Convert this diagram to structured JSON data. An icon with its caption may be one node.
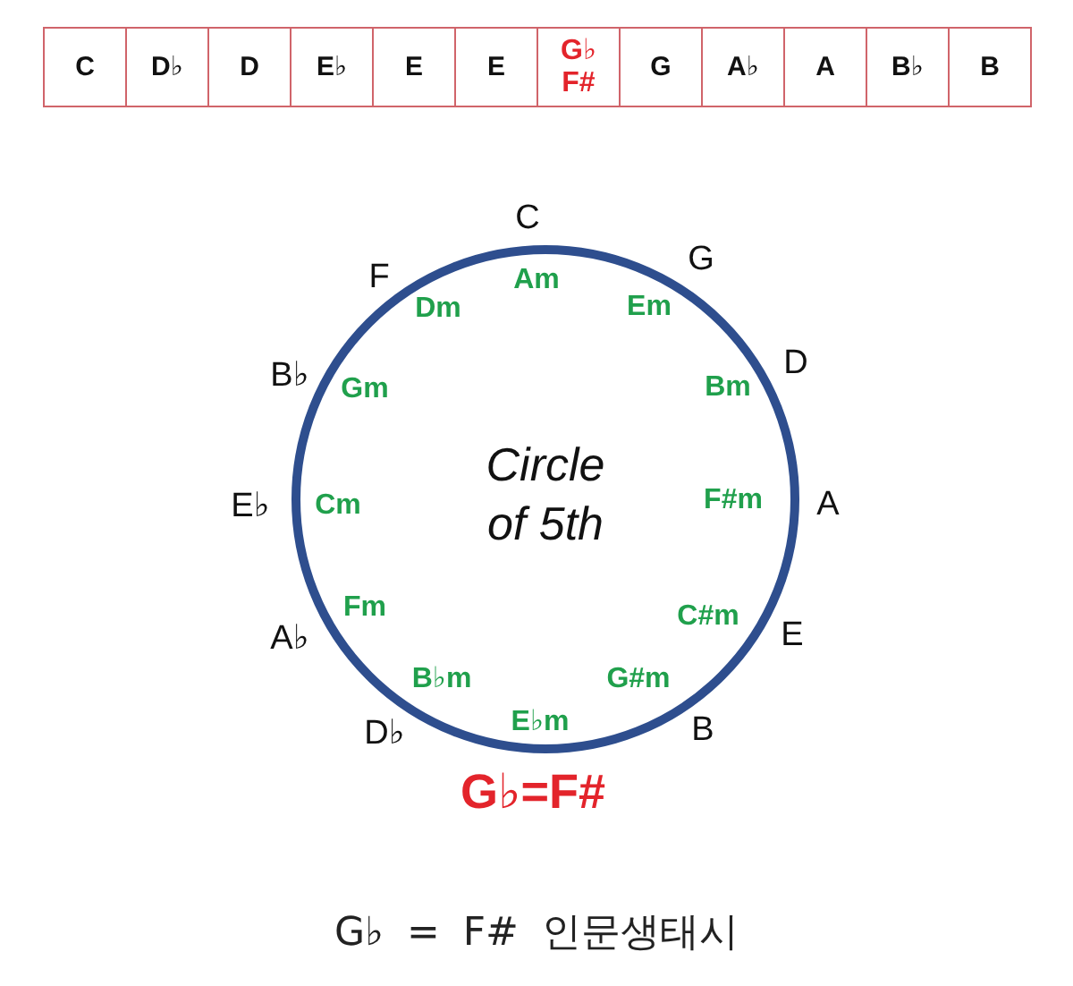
{
  "diagram": {
    "caption": "G♭ = F# 인문생태시",
    "nodes": [
      {
        "text": [
          "C"
        ]
      },
      {
        "text": [
          "D♭"
        ]
      },
      {
        "text": [
          "D"
        ]
      },
      {
        "text": [
          "E♭"
        ]
      },
      {
        "text": [
          "E"
        ]
      },
      {
        "text": [
          "E"
        ]
      },
      {
        "text": [
          "G♭",
          "F#"
        ]
      },
      {
        "text": [
          "G"
        ]
      },
      {
        "text": [
          "A♭"
        ]
      },
      {
        "text": [
          "A"
        ]
      },
      {
        "text": [
          "B♭"
        ]
      },
      {
        "text": [
          "B"
        ]
      },
      {
        "text": [
          "Circle of 5th"
        ]
      }
    ],
    "labels": [
      "C",
      "G",
      "D",
      "A",
      "E",
      "B",
      "G♭=F#",
      "D♭",
      "A♭",
      "E♭",
      "B♭",
      "F",
      "Am",
      "Em",
      "Bm",
      "F#m",
      "C#m",
      "G#m",
      "E♭m",
      "B♭m",
      "Fm",
      "Cm",
      "Gm",
      "Dm"
    ]
  }
}
